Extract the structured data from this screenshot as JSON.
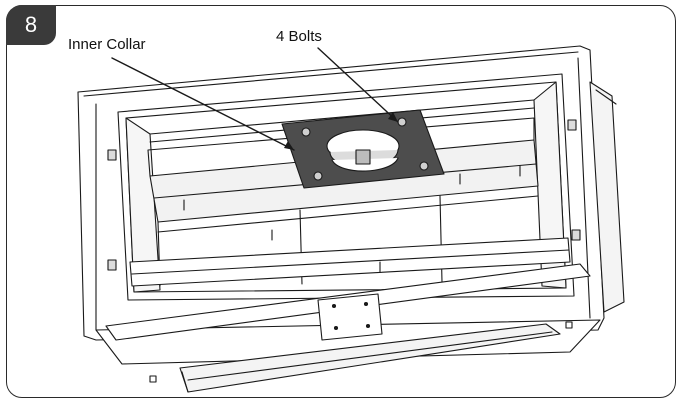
{
  "step": {
    "number": "8"
  },
  "callouts": {
    "inner_collar": "Inner Collar",
    "bolts": "4 Bolts"
  }
}
